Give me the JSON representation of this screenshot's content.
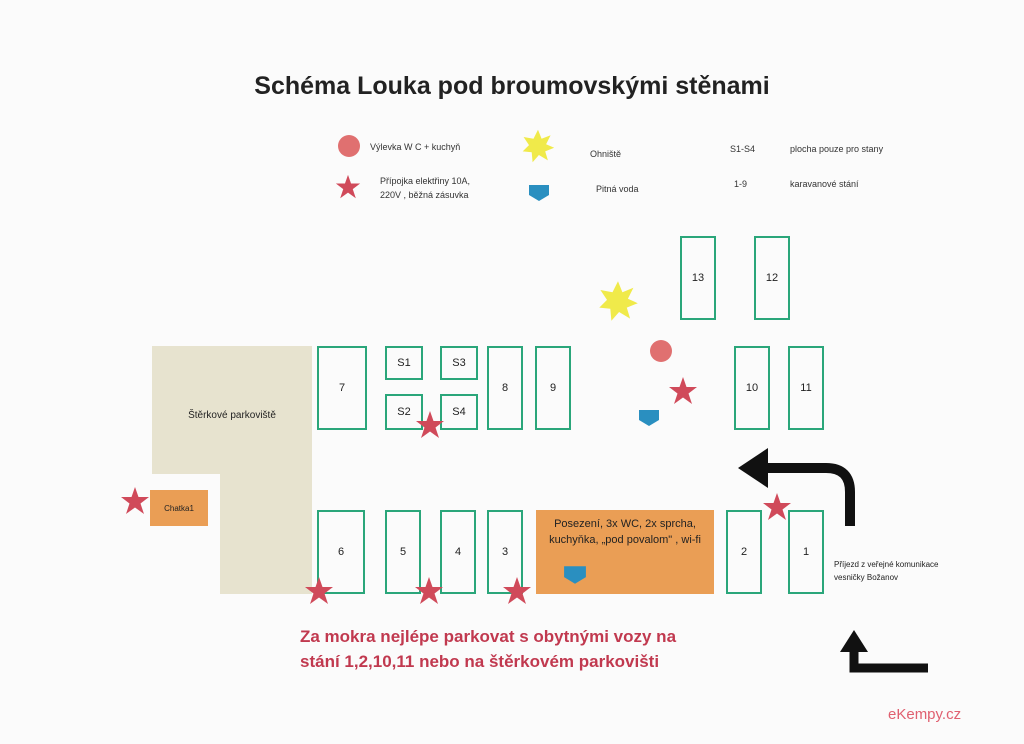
{
  "title": "Schéma  Louka pod broumovskými  stěnami",
  "legend": {
    "wc": "Výlevka  W C + kuchyň",
    "fire": "Ohniště",
    "power": "Přípojka elektřiny 10A,\n220V , běžná zásuvka",
    "water": "Pitná  voda",
    "s_code": "S1-S4",
    "s_desc": "plocha pouze pro stany",
    "n_code": "1-9",
    "n_desc": "karavanové stání"
  },
  "plots": {
    "p1": "1",
    "p2": "2",
    "p3": "3",
    "p4": "4",
    "p5": "5",
    "p6": "6",
    "p7": "7",
    "p8": "8",
    "p9": "9",
    "p10": "10",
    "p11": "11",
    "p12": "12",
    "p13": "13",
    "s1": "S1",
    "s2": "S2",
    "s3": "S3",
    "s4": "S4"
  },
  "gravel_label": "Štěrkové parkoviště",
  "chatka": "Chatka1",
  "facility": "Posezení, 3x WC, 2x sprcha, kuchyňka, „pod povalom\" , wi-fi",
  "note": "Za mokra nejlépe parkovat s obytnými vozy na stání 1,2,10,11 nebo na štěrkovém parkovišti",
  "access": "Příjezd  z  veřejné komunikace vesničky Božanov",
  "watermark": "eKempy.cz",
  "colors": {
    "plot_border": "#2aa67a",
    "star": "#d04a5a",
    "orange": "#ea9e55",
    "gravel": "#e7e3cf",
    "note": "#c1394f",
    "water": "#2a8fc0",
    "fire": "#f0ea4a",
    "wc": "#e07070"
  }
}
